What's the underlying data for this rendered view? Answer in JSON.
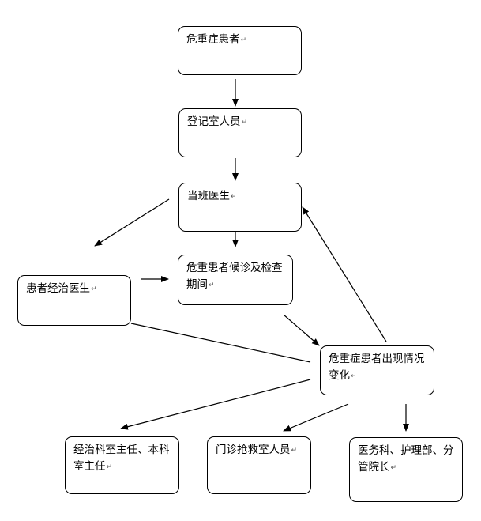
{
  "nodes": {
    "critical_patient": "危重症患者",
    "registration_staff": "登记室人员",
    "doctor_on_duty": "当班医生",
    "waiting_exam": "危重患者候诊及检查期间",
    "attending_doctor": "患者经治医生",
    "condition_change": "危重症患者出现情况变化",
    "department_director": "经治科室主任、本科室主任",
    "emergency_staff": "门诊抢救室人员",
    "administration": "医务科、护理部、分管院长"
  },
  "para_mark": "↵"
}
